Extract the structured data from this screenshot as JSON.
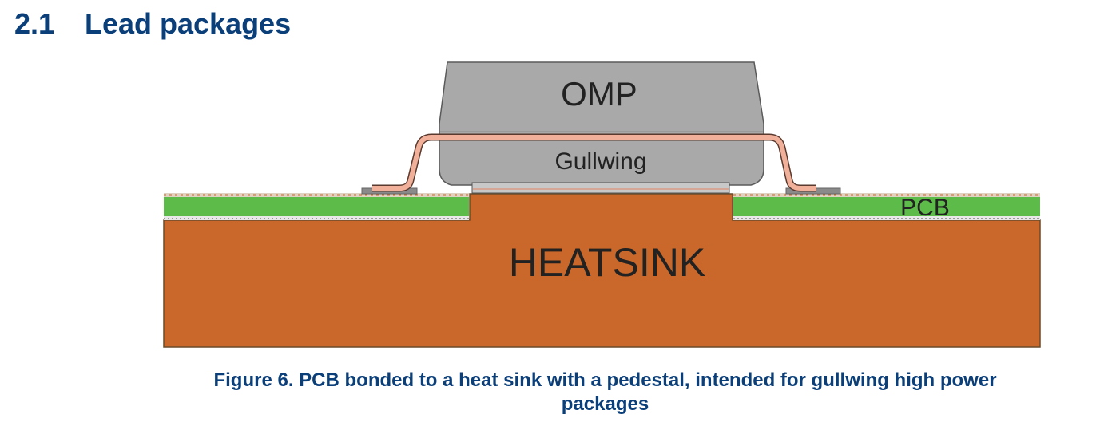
{
  "heading": {
    "number": "2.1",
    "title": "Lead packages"
  },
  "figure": {
    "labels": {
      "package": "OMP",
      "lead": "Gullwing",
      "board": "PCB",
      "base": "HEATSINK"
    },
    "caption_line1": "Figure 6. PCB bonded to a heat sink with a pedestal, intended for gullwing high power",
    "caption_line2": "packages"
  },
  "colors": {
    "heading": "#0b3f7a",
    "heatsink": "#c9682a",
    "pcb": "#5dbb4a",
    "package": "#a9a9a9",
    "lead": "#f1b09a",
    "pads": "#8a8a8a"
  }
}
